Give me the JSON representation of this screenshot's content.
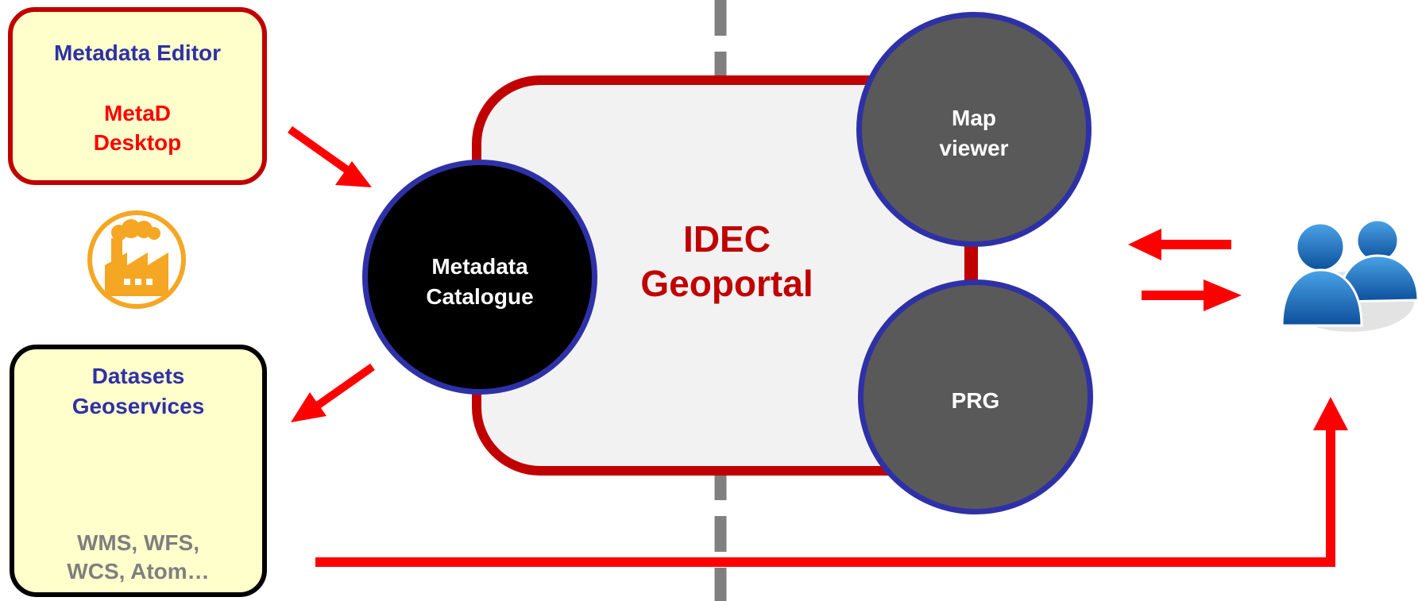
{
  "metadata_editor": {
    "title": "Metadata Editor",
    "tool_line1": "MetaD",
    "tool_line2": "Desktop",
    "icon": "factory-icon"
  },
  "datasets": {
    "title_line1": "Datasets",
    "title_line2": "Geoservices",
    "services_line1": "WMS, WFS,",
    "services_line2": "WCS, Atom…",
    "icon": "gears-icon"
  },
  "catalogue": {
    "line1": "Metadata",
    "line2": "Catalogue"
  },
  "geoportal": {
    "line1": "IDEC",
    "line2": "Geoportal"
  },
  "map_viewer": {
    "line1": "Map",
    "line2": "viewer"
  },
  "prg": {
    "label": "PRG"
  },
  "users": {
    "icon": "users-icon"
  },
  "colors": {
    "accent_red": "#FF0000",
    "geoportal_border": "#C00000",
    "label_blue": "#2E31A6",
    "editor_fill": "#FFFFCC",
    "service_grey": "#7F7F7F",
    "circle_grey": "#595959"
  }
}
